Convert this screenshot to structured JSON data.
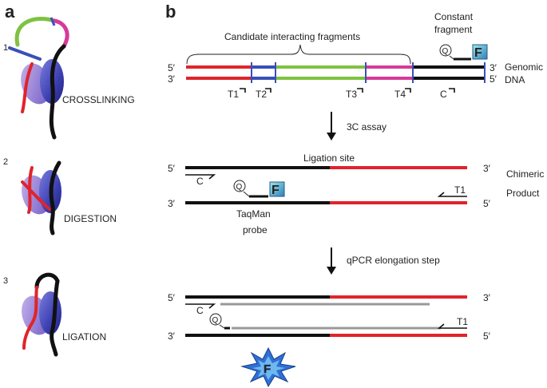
{
  "panel_a": {
    "label": "a",
    "steps": [
      {
        "number": "1",
        "label": "CROSSLINKING"
      },
      {
        "number": "2",
        "label": "DIGESTION"
      },
      {
        "number": "3",
        "label": "LIGATION"
      }
    ]
  },
  "panel_b": {
    "label": "b",
    "top": {
      "candidate_label": "Candidate interacting fragments",
      "constant_label_line1": "Constant",
      "constant_label_line2": "fragment",
      "genomic_line1": "Genomic",
      "genomic_line2": "DNA",
      "five_prime": "5′",
      "three_prime": "3′",
      "primers": [
        "T1",
        "T2",
        "T3",
        "T4",
        "C"
      ]
    },
    "step1": "3C assay",
    "middle": {
      "ligation_site": "Ligation site",
      "chimeric_line1": "Chimeric",
      "chimeric_line2": "Product",
      "primer_c": "C",
      "primer_t1": "T1",
      "taqman_line1": "TaqMan",
      "taqman_line2": "probe"
    },
    "step2": "qPCR elongation step",
    "bottom": {
      "primer_c": "C",
      "primer_t1": "T1"
    },
    "probe_q": "Q",
    "probe_f": "F"
  },
  "colors": {
    "red": "#e0242b",
    "green": "#7fc241",
    "magenta": "#d63a9a",
    "blue": "#3a4fb8",
    "black": "#111111",
    "gray": "#999999",
    "protein": "#5a55c8",
    "burst": "#2f6fd6"
  }
}
